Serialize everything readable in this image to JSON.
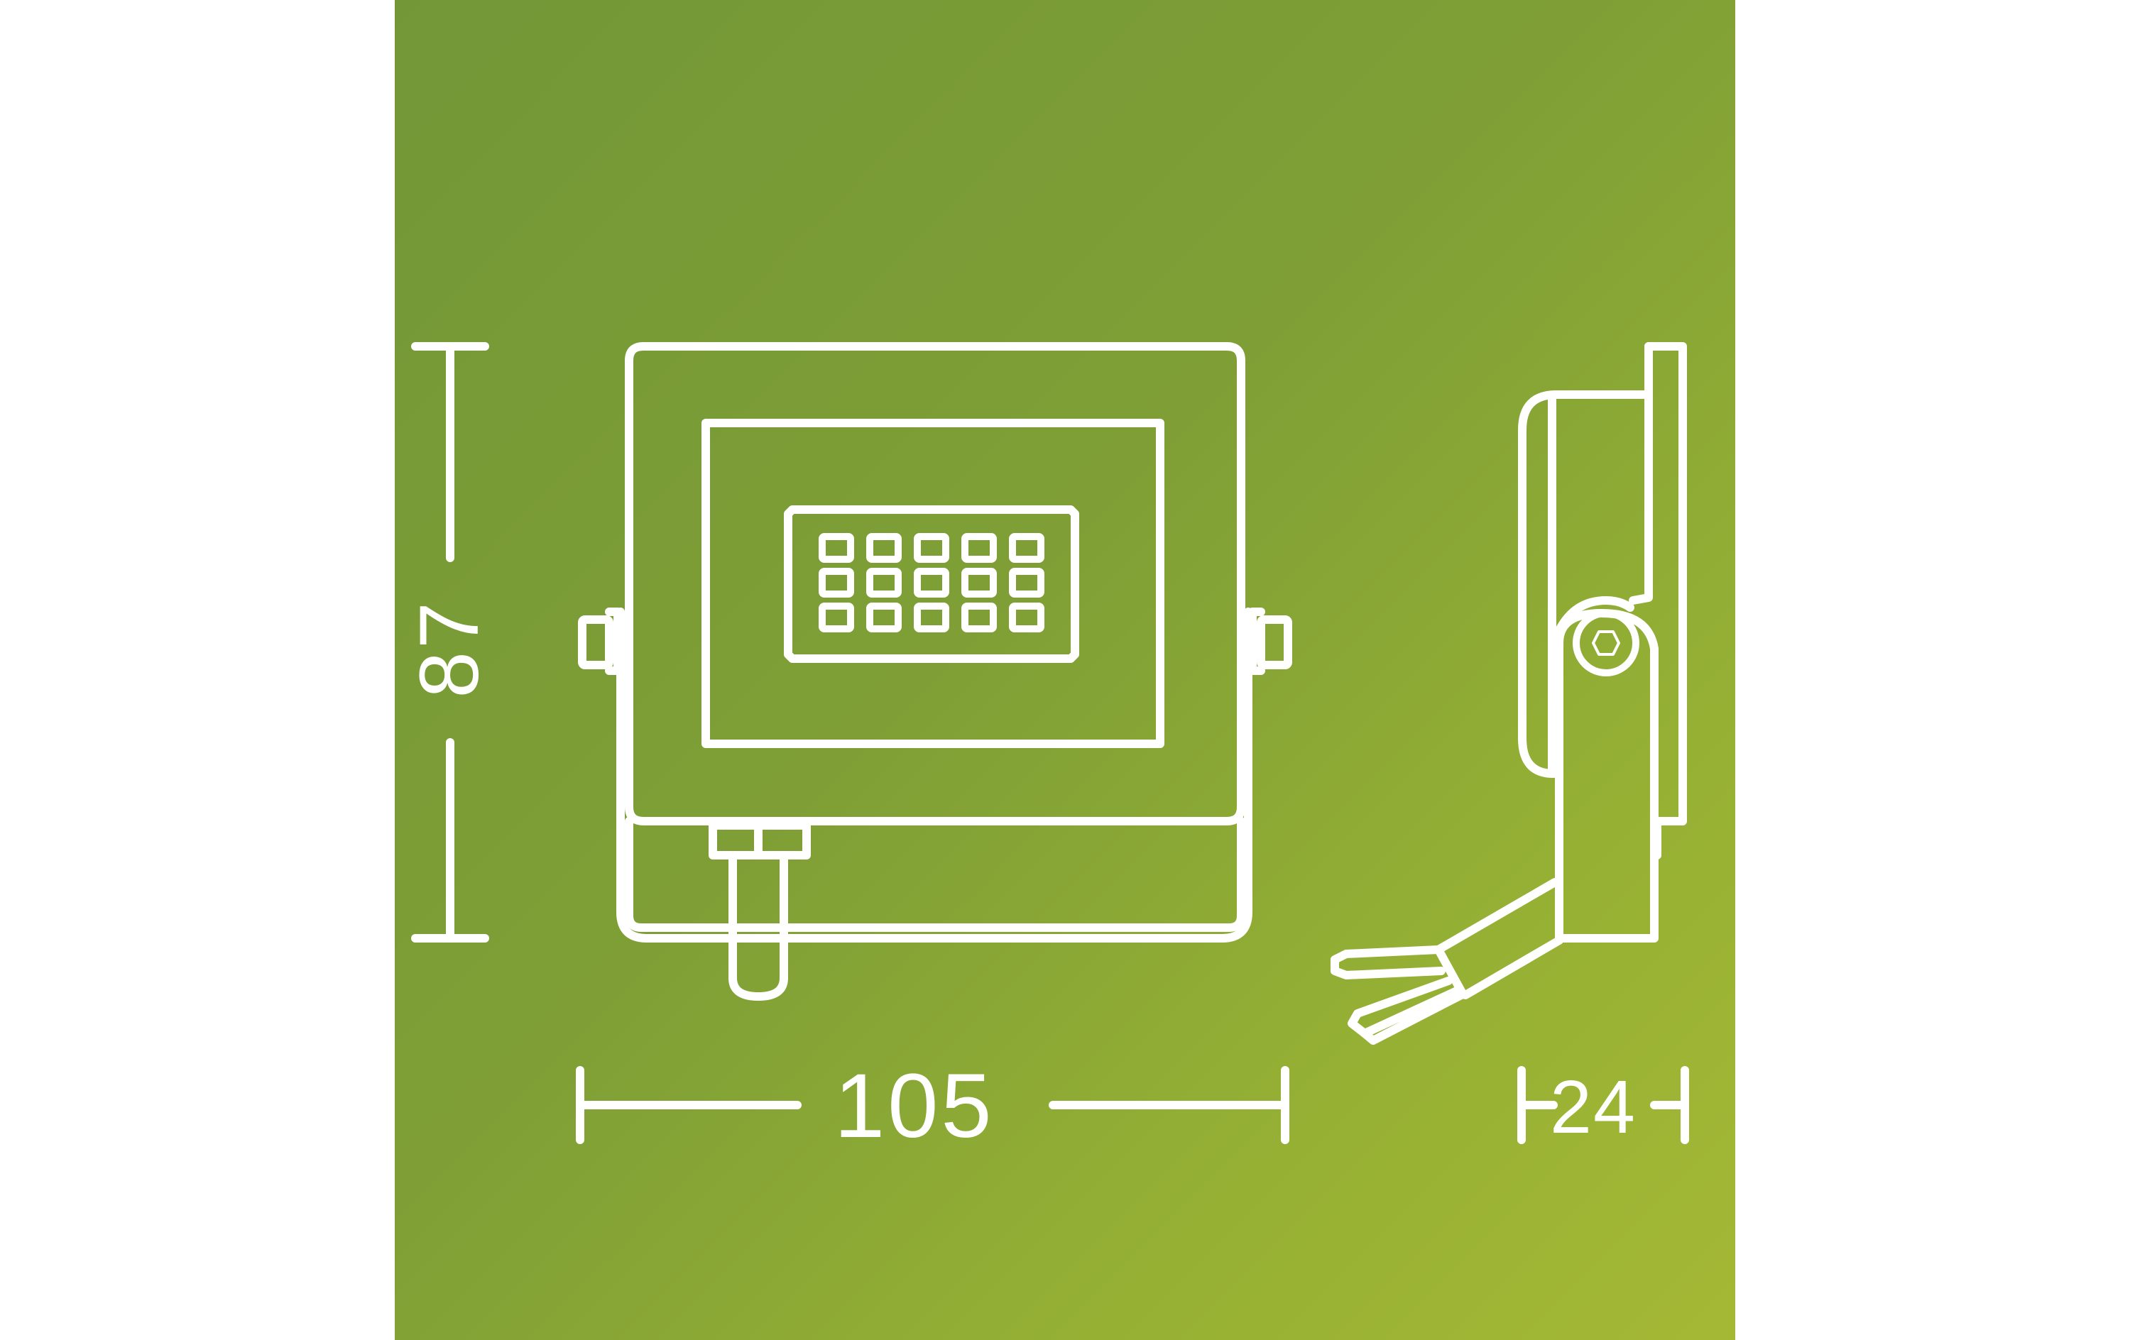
{
  "diagram": {
    "title": "LED floodlight dimensional drawing",
    "background": {
      "gradient_start": "#739737",
      "gradient_end": "#a5b835",
      "stroke_color": "#ffffff",
      "page_color": "#ffffff"
    },
    "views": [
      {
        "name": "front-view",
        "led_grid": {
          "columns": 5,
          "rows": 3
        }
      },
      {
        "name": "side-view"
      }
    ],
    "dimensions": {
      "width": {
        "value": "105",
        "orientation": "horizontal"
      },
      "height": {
        "value": "87",
        "orientation": "vertical"
      },
      "depth": {
        "value": "24",
        "orientation": "horizontal"
      }
    }
  }
}
